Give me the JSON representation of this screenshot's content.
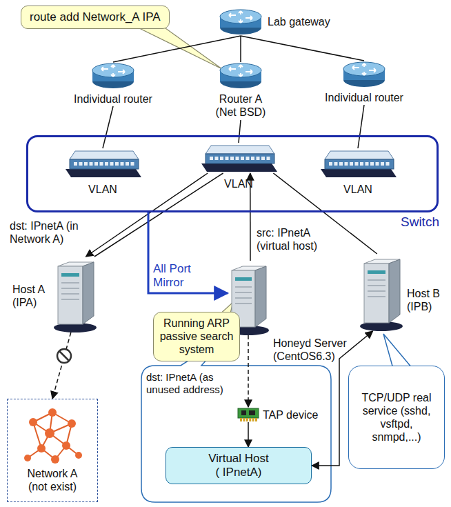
{
  "diagram": {
    "nodes": [
      {
        "text": [
          "route add Network_A IPA"
        ]
      },
      {
        "text": [
          "Lab gateway"
        ]
      },
      {
        "text": [
          "Individual router"
        ]
      },
      {
        "text": [
          "Router A (Net BSD)"
        ]
      },
      {
        "text": [
          "Individual router"
        ]
      },
      {
        "text": [
          "Switch"
        ]
      },
      {
        "text": [
          "VLAN"
        ],
        "in": 5
      },
      {
        "text": [
          "VLAN"
        ],
        "in": 5
      },
      {
        "text": [
          "VLAN"
        ],
        "in": 5
      },
      {
        "text": [
          "Host A (IPA)"
        ]
      },
      {
        "text": [
          "Honeyd Server (CentOS6.3)"
        ]
      },
      {
        "text": [
          "Host B (IPB)"
        ]
      },
      {
        "text": [
          "Running ARP passive search system"
        ]
      },
      {
        "text": [
          "Network A (not exist)"
        ]
      },
      {
        "text": [
          "TAP device"
        ]
      },
      {
        "text": [
          "Virtual Host ( IPnetA)"
        ]
      },
      {
        "text": [
          "TCP/UDP real service (sshd, vsftpd, snmpd,...)"
        ]
      }
    ],
    "edges": [
      {
        "from": 1,
        "to": 2,
        "arrow": "none"
      },
      {
        "from": 1,
        "to": 3,
        "arrow": "none"
      },
      {
        "from": 1,
        "to": 4,
        "arrow": "none"
      },
      {
        "from": 2,
        "to": 6,
        "arrow": "none"
      },
      {
        "from": 3,
        "to": 7,
        "arrow": "none"
      },
      {
        "from": 4,
        "to": 8,
        "arrow": "none"
      },
      {
        "from": 7,
        "to": 9,
        "label": "dst: IPnetA (in Network A)",
        "arrow": "to"
      },
      {
        "from": 9,
        "to": 7,
        "arrow": "none"
      },
      {
        "from": 10,
        "to": 7,
        "label": "src: IPnetA (virtual host)",
        "arrow": "to"
      },
      {
        "from": 5,
        "to": 10,
        "label": "All Port Mirror",
        "arrow": "to"
      },
      {
        "from": 7,
        "to": 11,
        "arrow": "none"
      },
      {
        "from": 9,
        "to": 13,
        "arrow": "to"
      },
      {
        "from": 10,
        "to": 14,
        "label": "dst: IPnetA (as unused address)",
        "arrow": "to"
      },
      {
        "from": 14,
        "to": 15,
        "arrow": "to"
      },
      {
        "from": 11,
        "to": 15,
        "arrow": "both"
      }
    ]
  }
}
